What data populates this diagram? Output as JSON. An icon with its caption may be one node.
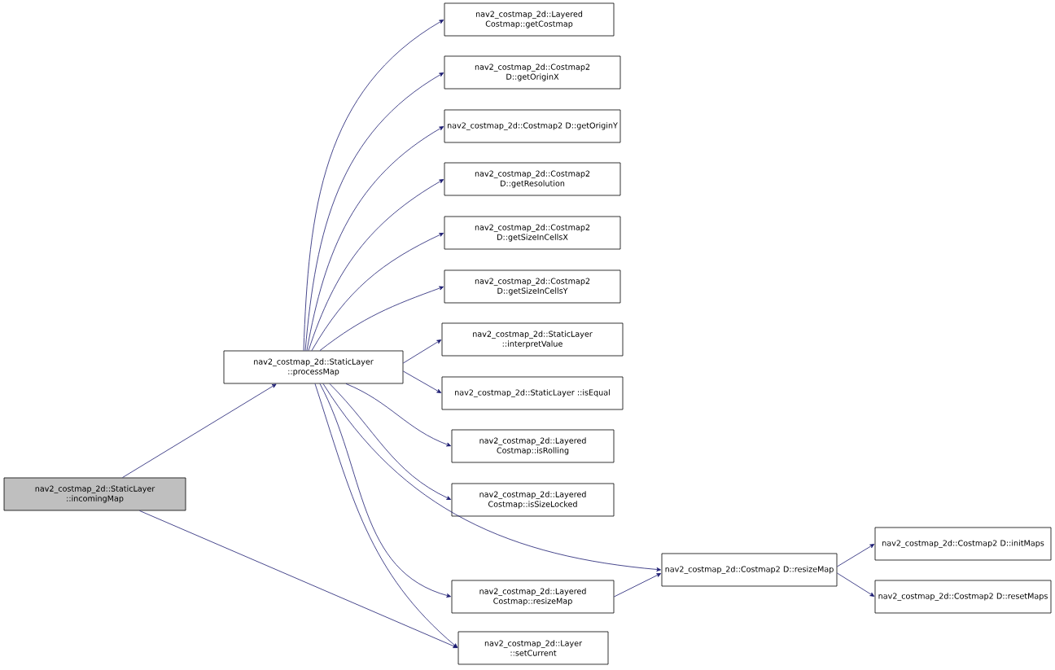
{
  "diagram": {
    "nodes": [
      {
        "text": [
          "nav2_costmap_2d::StaticLayer ::incomingMap"
        ]
      },
      {
        "text": [
          "nav2_costmap_2d::StaticLayer ::processMap"
        ]
      },
      {
        "text": [
          "nav2_costmap_2d::Layered Costmap::getCostmap"
        ]
      },
      {
        "text": [
          "nav2_costmap_2d::Costmap2 D::getOriginX"
        ]
      },
      {
        "text": [
          "nav2_costmap_2d::Costmap2 D::getOriginY"
        ]
      },
      {
        "text": [
          "nav2_costmap_2d::Costmap2 D::getResolution"
        ]
      },
      {
        "text": [
          "nav2_costmap_2d::Costmap2 D::getSizeInCellsX"
        ]
      },
      {
        "text": [
          "nav2_costmap_2d::Costmap2 D::getSizeInCellsY"
        ]
      },
      {
        "text": [
          "nav2_costmap_2d::StaticLayer ::interpretValue"
        ]
      },
      {
        "text": [
          "nav2_costmap_2d::StaticLayer ::isEqual"
        ]
      },
      {
        "text": [
          "nav2_costmap_2d::Layered Costmap::isRolling"
        ]
      },
      {
        "text": [
          "nav2_costmap_2d::Layered Costmap::isSizeLocked"
        ]
      },
      {
        "text": [
          "nav2_costmap_2d::Costmap2 D::resizeMap"
        ]
      },
      {
        "text": [
          "nav2_costmap_2d::Costmap2 D::initMaps"
        ]
      },
      {
        "text": [
          "nav2_costmap_2d::Costmap2 D::resetMaps"
        ]
      },
      {
        "text": [
          "nav2_costmap_2d::Layered Costmap::resizeMap"
        ]
      },
      {
        "text": [
          "nav2_costmap_2d::Layer ::setCurrent"
        ]
      }
    ],
    "edges": [
      {
        "from": 0,
        "to": 1,
        "arrow": "to"
      },
      {
        "from": 0,
        "to": 16,
        "arrow": "to"
      },
      {
        "from": 1,
        "to": 2,
        "arrow": "to"
      },
      {
        "from": 1,
        "to": 3,
        "arrow": "to"
      },
      {
        "from": 1,
        "to": 4,
        "arrow": "to"
      },
      {
        "from": 1,
        "to": 5,
        "arrow": "to"
      },
      {
        "from": 1,
        "to": 6,
        "arrow": "to"
      },
      {
        "from": 1,
        "to": 7,
        "arrow": "to"
      },
      {
        "from": 1,
        "to": 8,
        "arrow": "to"
      },
      {
        "from": 1,
        "to": 9,
        "arrow": "to"
      },
      {
        "from": 1,
        "to": 10,
        "arrow": "to"
      },
      {
        "from": 1,
        "to": 11,
        "arrow": "to"
      },
      {
        "from": 1,
        "to": 12,
        "arrow": "to"
      },
      {
        "from": 1,
        "to": 15,
        "arrow": "to"
      },
      {
        "from": 1,
        "to": 16,
        "arrow": "to"
      },
      {
        "from": 15,
        "to": 12,
        "arrow": "to"
      },
      {
        "from": 12,
        "to": 13,
        "arrow": "to"
      },
      {
        "from": 12,
        "to": 14,
        "arrow": "to"
      }
    ]
  }
}
